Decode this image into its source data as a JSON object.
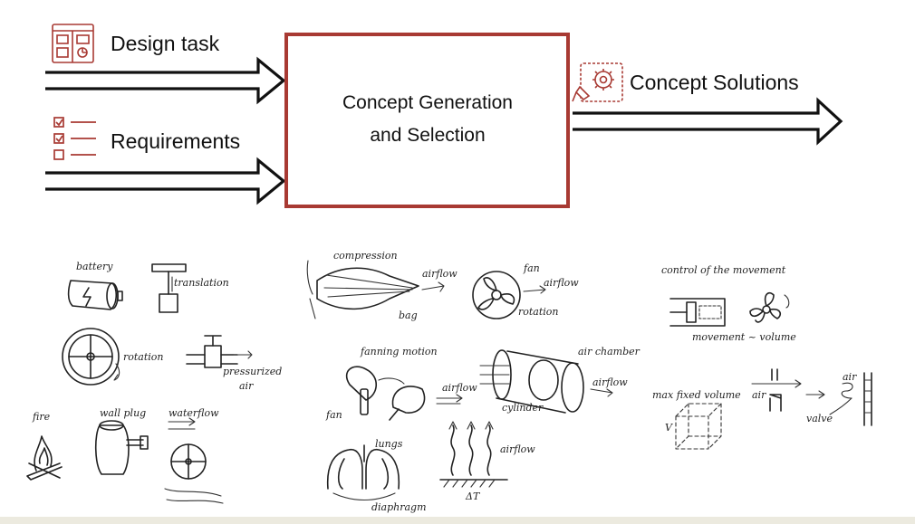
{
  "inputs": {
    "design_task": "Design task",
    "requirements": "Requirements"
  },
  "process": {
    "line1": "Concept Generation",
    "line2": "and Selection"
  },
  "output": {
    "label": "Concept Solutions"
  },
  "colors": {
    "accent": "#a83a33",
    "arrow": "#111111"
  },
  "icons": {
    "design_task": "document-layout-icon",
    "requirements": "checklist-icon",
    "concept_solutions": "gear-pencil-icon"
  },
  "sketches": {
    "energy": {
      "battery": "battery",
      "translation": "translation",
      "rotation": "rotation",
      "pressurized": "pressurized",
      "air": "air",
      "fire": "fire",
      "wall_plug": "wall plug",
      "waterflow": "waterflow"
    },
    "airflow": {
      "compression": "compression",
      "airflow_a": "airflow",
      "bag": "bag",
      "fan_a": "fan",
      "airflow_b": "airflow",
      "rotation": "rotation",
      "fanning_motion": "fanning motion",
      "fan_b": "fan",
      "airflow_c": "airflow",
      "air_chamber": "air chamber",
      "airflow_d": "airflow",
      "cylinder": "cylinder",
      "lungs": "lungs",
      "diaphragm": "diaphragm",
      "airflow_e": "airflow",
      "delta_t": "ΔT"
    },
    "control": {
      "control_title": "control of the movement",
      "movement_volume": "movement ~ volume",
      "max_fixed_volume": "max fixed volume",
      "v": "V",
      "air_a": "air",
      "air_b": "air",
      "valve": "valve"
    }
  }
}
